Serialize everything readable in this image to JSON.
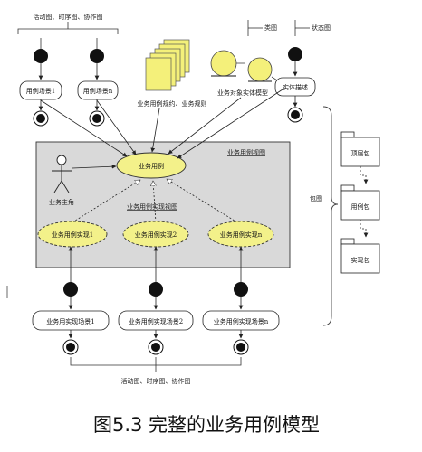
{
  "labels": {
    "top_left_group": "活动图、时序图、协作图",
    "bottom_group": "活动图、时序图、协作图",
    "class_diagram": "类图",
    "state_diagram": "状态图",
    "package_diagram": "包图",
    "usecase_view": "业务用例视图",
    "realization_view": "业务用例实现视图",
    "business_rules": "业务用例规约、业务规则",
    "entity_model": "业务对象实体模型",
    "entity_desc": "实体描述",
    "actor": "业务主角",
    "usecase": "业务用例",
    "scenario_1": "用例场景1",
    "scenario_n": "用例场景n",
    "realization_1": "业务用例实现1",
    "realization_2": "业务用例实现2",
    "realization_n": "业务用例实现n",
    "real_scenario_1": "业务用实现场景1",
    "real_scenario_2": "业务用例实现场景2",
    "real_scenario_n": "业务用例实现场景n",
    "pkg_top": "顶层包",
    "pkg_usecase": "用例包",
    "pkg_impl": "实现包",
    "caption": "图5.3 完整的业务用例模型"
  },
  "colors": {
    "usecase_fill": "#f3f18a",
    "view_bg": "#d9d9d9",
    "black": "#111111"
  }
}
